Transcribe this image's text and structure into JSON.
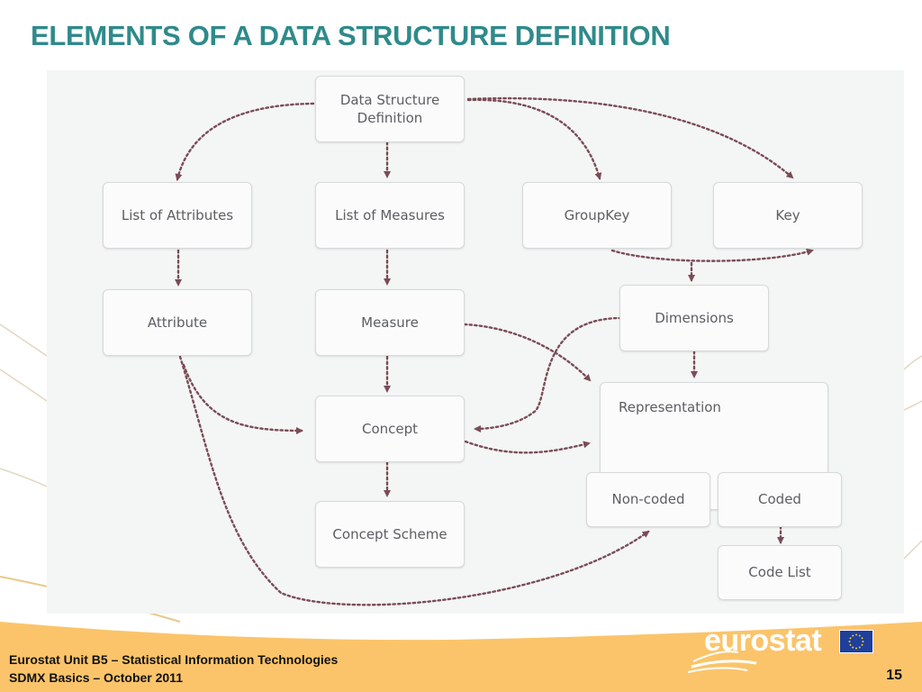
{
  "slide": {
    "title": "ELEMENTS OF A DATA STRUCTURE DEFINITION",
    "footer_line1": "Eurostat Unit B5 – Statistical Information Technologies",
    "footer_line2": "SDMX Basics – October 2011",
    "page_number": "15",
    "logo_text": "eurostat",
    "colors": {
      "title": "#2f8a8b",
      "arrow": "#7a4c56",
      "footer_band": "#fbc46a",
      "eu_flag": "#1f3f9a",
      "eu_stars": "#f7d117"
    }
  },
  "nodes": {
    "dsd": "Data Structure\nDefinition",
    "list_attributes": "List of Attributes",
    "list_measures": "List of Measures",
    "groupkey": "GroupKey",
    "key": "Key",
    "attribute": "Attribute",
    "measure": "Measure",
    "dimensions": "Dimensions",
    "concept": "Concept",
    "representation": "Representation",
    "non_coded": "Non-coded",
    "coded": "Coded",
    "concept_scheme": "Concept Scheme",
    "code_list": "Code List"
  },
  "icons": {
    "logo_mark": "eurostat-logo-icon",
    "flag": "eu-flag-icon"
  }
}
